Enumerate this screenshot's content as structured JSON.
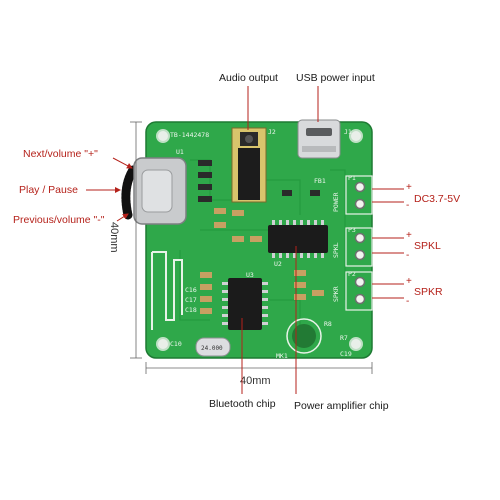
{
  "callouts": {
    "audio_output": "Audio output",
    "usb_power_input": "USB power input",
    "next_volume_up": "Next/volume \"+\"",
    "play_pause": "Play / Pause",
    "previous_volume_down": "Previous/volume \"-\"",
    "bluetooth_chip": "Bluetooth chip",
    "power_amplifier_chip": "Power amplifier chip"
  },
  "terminals": [
    {
      "label": "DC3.7-5V",
      "plus": "+",
      "minus": "-"
    },
    {
      "label": "SPKL",
      "plus": "+",
      "minus": "-"
    },
    {
      "label": "SPKR",
      "plus": "+",
      "minus": "-"
    }
  ],
  "dimensions": {
    "width": "40mm",
    "height": "40mm"
  },
  "silkscreen": {
    "board_id": "TB-1442478",
    "power": "POWER",
    "spkl": "SPKL",
    "spkr": "SPKR",
    "crystal": "24.000",
    "refs": [
      "U1",
      "J2",
      "J1",
      "P1",
      "P3",
      "P2",
      "FB1",
      "U2",
      "U3",
      "MK1",
      "C10",
      "C19",
      "R8",
      "R7",
      "C16",
      "C17",
      "C18"
    ]
  },
  "colors": {
    "board": "#2fa84a",
    "board_dark": "#1f8a3a",
    "callout_red": "#b5221b",
    "line_dark": "#555555"
  }
}
